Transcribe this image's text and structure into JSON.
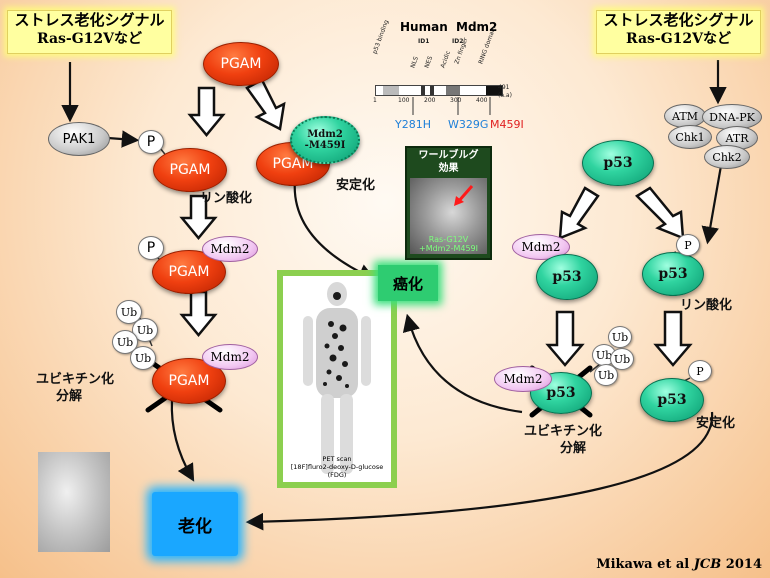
{
  "stress_left": {
    "line1": "ストレス老化シグナル",
    "line2": "Ras-G12Vなど"
  },
  "stress_right": {
    "line1": "ストレス老化シグナル",
    "line2": "Ras-G12Vなど"
  },
  "pgam": "PGAM",
  "pak1": "PAK1",
  "p_label": "P",
  "ub": "Ub",
  "mdm2": "Mdm2",
  "mdm2_mutant": {
    "line1": "Mdm2",
    "line2": "-M459I"
  },
  "p53": "p53",
  "kinases": [
    "ATM",
    "DNA-PK",
    "Chk1",
    "ATR",
    "Chk2"
  ],
  "labels": {
    "phosphorylation_left": "リン酸化",
    "stabilization_left": "安定化",
    "ubiquitination_left": "ユビキチン化",
    "degradation_left": "分解",
    "phosphorylation_right": "リン酸化",
    "ubiquitination_right": "ユビキチン化",
    "degradation_right": "分解",
    "stabilization_right": "安定化"
  },
  "cancer": "癌化",
  "aging": "老化",
  "domain_map": {
    "title_human": "Human",
    "title_mdm2": "Mdm2",
    "id1": "ID1",
    "id2": "ID2",
    "domains": [
      "p53 binding",
      "NLS",
      "NES",
      "Acidic",
      "Zn finger",
      "RING domain"
    ],
    "positions": [
      "1",
      "100",
      "200",
      "300",
      "400",
      "491"
    ],
    "unit": "(a.a)",
    "mutations": [
      {
        "label": "Y281H",
        "color": "#1e7fd8"
      },
      {
        "label": "W329G",
        "color": "#1e7fd8"
      },
      {
        "label": "M459I",
        "color": "#e02020"
      }
    ]
  },
  "warburg": {
    "title1": "ワールブルグ",
    "title2": "効果",
    "cap1": "Ras-G12V",
    "cap2": "+Mdm2-M459I"
  },
  "pet": {
    "title": "PET scan",
    "caption": "[18F]fluro2-deoxy-D-glucose (FDG)"
  },
  "citation": {
    "authors": "Mikawa et al ",
    "journal": "JCB",
    "year": " 2014"
  },
  "colors": {
    "pgam": "#f04010",
    "p53": "#30d4a0",
    "mdm2": "#f2c8f2",
    "cancer": "#2ecc71",
    "aging": "#1aa7ff",
    "highlight": "#ffffa0"
  }
}
